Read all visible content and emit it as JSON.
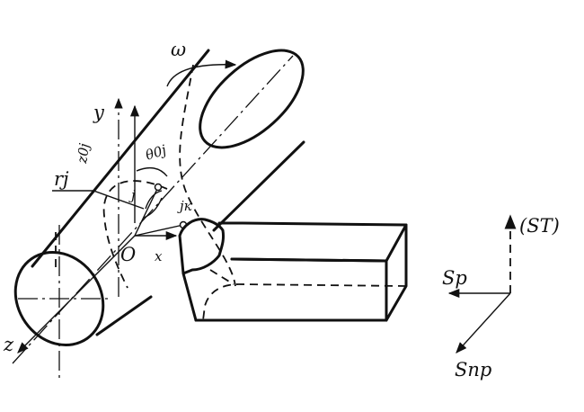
{
  "labels": {
    "omega": "ω",
    "y": "y",
    "z0j": "z0j",
    "theta0j": "θ0j",
    "rj": "rj",
    "j": "j",
    "jk": "jк",
    "O": "O",
    "x": "x",
    "z": "z",
    "sT": "(ST)",
    "sp": "Sp",
    "snp": "Snp"
  }
}
